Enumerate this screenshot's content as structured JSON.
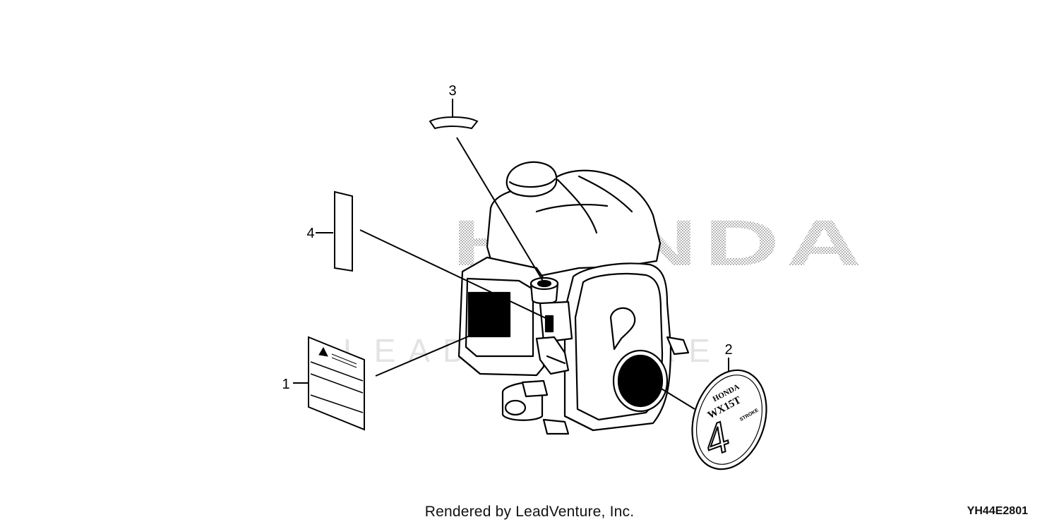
{
  "callouts": [
    "1",
    "2",
    "3",
    "4"
  ],
  "watermark": {
    "brand": "HONDA",
    "overlay": "LEADVENTURE"
  },
  "emblem": {
    "brand": "HONDA",
    "model": "WX15T",
    "big_number": "4",
    "stroke": "STROKE"
  },
  "footer": {
    "rendered_by": "Rendered by LeadVenture, Inc.",
    "drawing_number": "YH44E2801"
  }
}
